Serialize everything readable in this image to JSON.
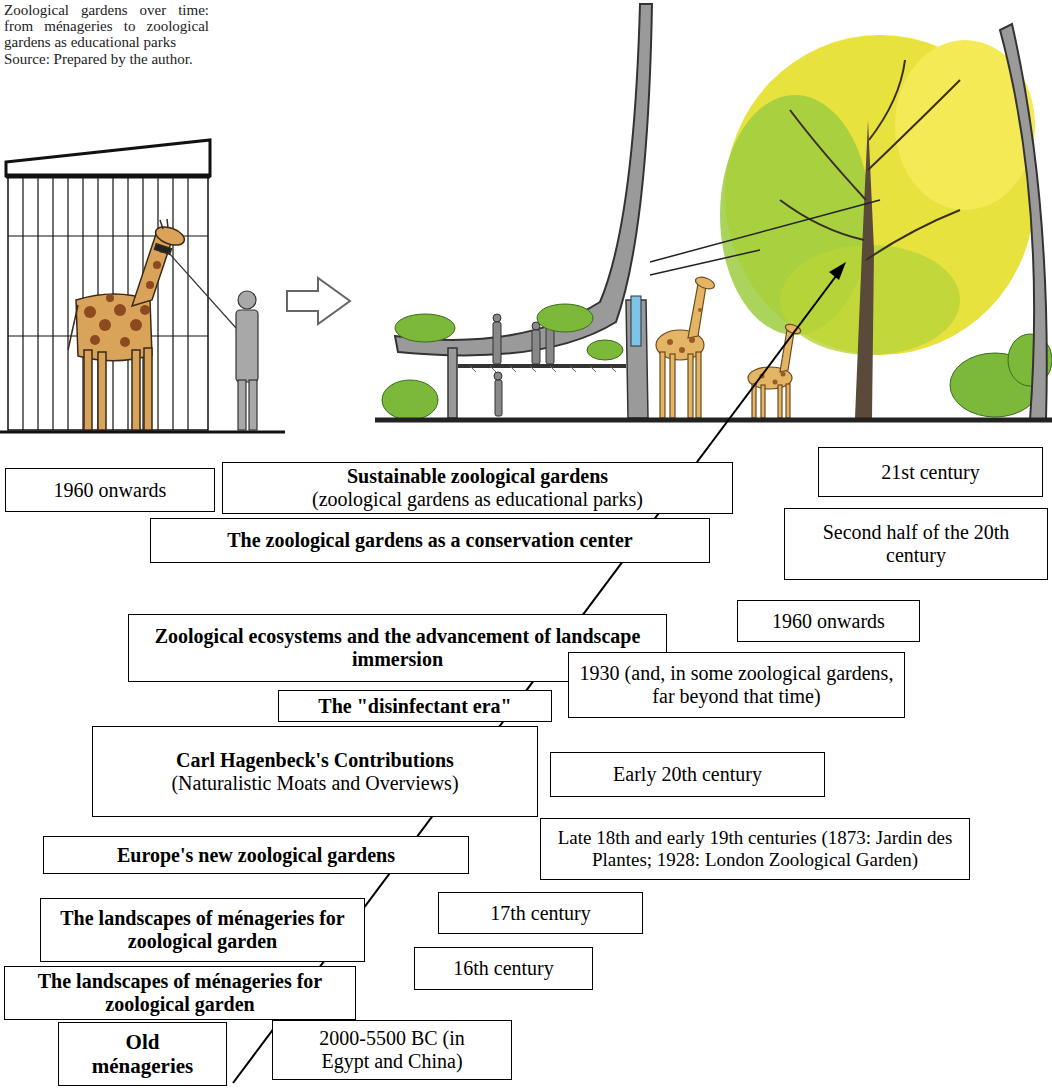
{
  "diagram": {
    "caption": "Zoological gardens over time: from ménageries to zoological gardens as educational parks",
    "nodes": [
      {
        "text": [
          "1960 onwards"
        ]
      },
      {
        "text": [
          "Sustainable zoological gardens",
          "(zoological gardens as educational parks)"
        ]
      },
      {
        "text": [
          "21st century"
        ]
      },
      {
        "text": [
          "The zoological gardens as a conservation center"
        ]
      },
      {
        "text": [
          "Second half of the 20th century"
        ]
      },
      {
        "text": [
          "Zoological ecosystems and the advancement of landscape immersion"
        ]
      },
      {
        "text": [
          "1960 onwards"
        ]
      },
      {
        "text": [
          "The \"disinfectant era\""
        ]
      },
      {
        "text": [
          "1930 (and, in some zoological gardens, far beyond that time)"
        ]
      },
      {
        "text": [
          "Carl Hagenbeck's Contributions",
          "(Naturalistic Moats and Overviews)"
        ]
      },
      {
        "text": [
          "Early 20th century"
        ]
      },
      {
        "text": [
          "Europe's new zoological gardens"
        ]
      },
      {
        "text": [
          "Late 18th and early 19th centuries (1873: Jardin des Plantes; 1928: London Zoological Garden)"
        ]
      },
      {
        "text": [
          "The landscapes of ménageries for zoological garden"
        ]
      },
      {
        "text": [
          "17th century"
        ]
      },
      {
        "text": [
          "16th century"
        ]
      },
      {
        "text": [
          "The landscapes of ménageries for zoological garden"
        ]
      },
      {
        "text": [
          "Old ménageries"
        ]
      },
      {
        "text": [
          "2000-5500 BC (in Egypt and China)"
        ]
      }
    ],
    "labels": [
      "Source: Prepared by the author."
    ]
  }
}
